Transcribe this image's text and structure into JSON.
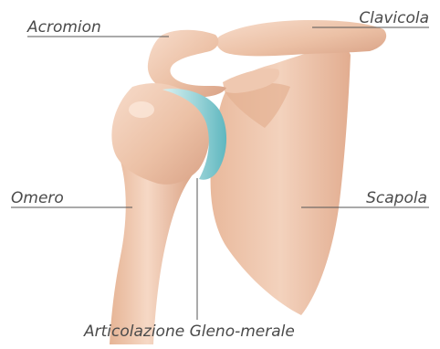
{
  "labels": {
    "acromion": "Acromion",
    "clavicola": "Clavicola",
    "omero": "Omero",
    "scapola": "Scapola",
    "articolazione": "Articolazione Gleno-merale"
  },
  "colors": {
    "bone_light": "#f3d3bf",
    "bone_mid": "#e8b89c",
    "bone_dark": "#d49c80",
    "cartilage": "#7fc9cf",
    "cartilage_light": "#bfe3e4",
    "leader_line": "#555555",
    "text": "#4a4a4a"
  }
}
